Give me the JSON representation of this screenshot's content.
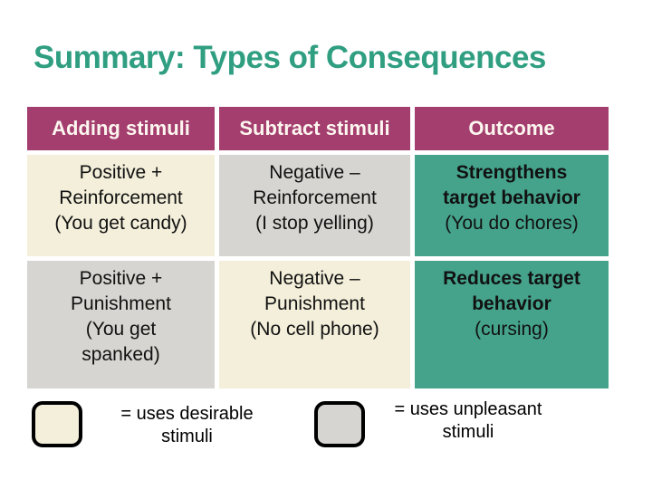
{
  "title": "Summary: Types of Consequences",
  "colors": {
    "title_text": "#2f9e81",
    "header_bg": "#a33e6f",
    "header_text": "#fdf6ef",
    "cream": "#f3efda",
    "gray": "#d6d5d1",
    "teal": "#45a38c",
    "teal_text": "#fbf8ea",
    "body_text": "#111111"
  },
  "table": {
    "headers": [
      "Adding stimuli",
      "Subtract stimuli",
      "Outcome"
    ],
    "rows": [
      {
        "cells": [
          {
            "text": "Positive +\nReinforcement\n(You get candy)",
            "bg": "cream"
          },
          {
            "text": "Negative –\nReinforcement\n(I stop yelling)",
            "bg": "gray"
          },
          {
            "bold": "Strengthens\ntarget behavior",
            "text": "(You do chores)",
            "bg": "teal"
          }
        ]
      },
      {
        "cells": [
          {
            "text": "Positive +\nPunishment\n(You get\nspanked)",
            "bg": "gray"
          },
          {
            "text": "Negative –\nPunishment\n(No cell phone)",
            "bg": "cream"
          },
          {
            "bold": "Reduces target\nbehavior",
            "text": "(cursing)",
            "bg": "teal"
          }
        ]
      }
    ]
  },
  "legend": [
    {
      "swatch": "cream",
      "label": "= uses desirable\nstimuli"
    },
    {
      "swatch": "gray",
      "label": "= uses unpleasant\nstimuli"
    }
  ]
}
